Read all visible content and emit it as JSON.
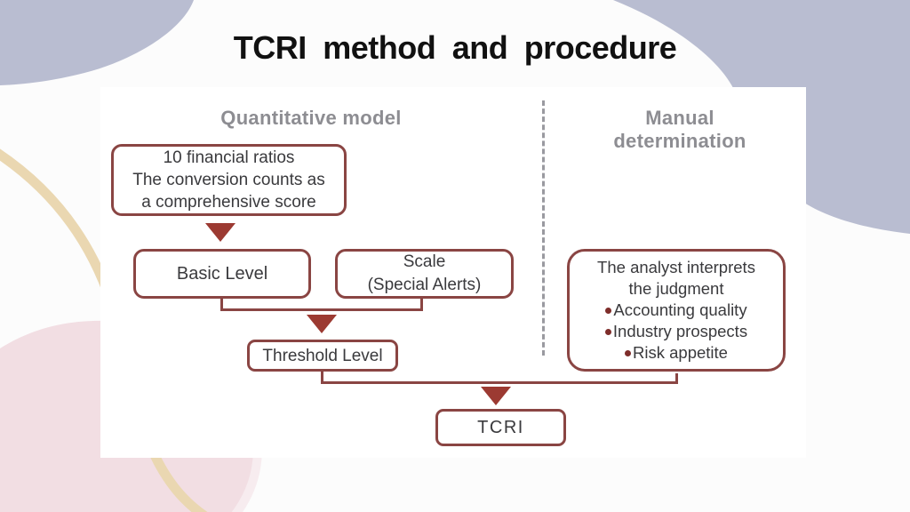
{
  "title": "TCRI method and procedure",
  "sections": {
    "left_heading": "Quantitative model",
    "right_heading": "Manual determination"
  },
  "nodes": {
    "financial_ratios": {
      "line1": "10 financial ratios",
      "line2": "The conversion counts as",
      "line3": "a comprehensive score"
    },
    "basic_level": {
      "label": "Basic Level"
    },
    "scale": {
      "line1": "Scale",
      "line2": "(Special Alerts)"
    },
    "threshold_level": {
      "label": "Threshold Level"
    },
    "analyst": {
      "line1": "The analyst interprets",
      "line2": "the judgment",
      "bullets": [
        "Accounting quality",
        "Industry prospects",
        "Risk appetite"
      ]
    },
    "tcri": {
      "label": "TCRI"
    }
  },
  "colors": {
    "box_border": "#8a4543",
    "arrow": "#9c3a32",
    "bullet": "#7e2d2a",
    "heading_text": "#8d8d92",
    "box_text": "#3a3a3d",
    "title_text": "#111111",
    "lavender_blob": "#b9bdd1",
    "pink_blob": "#f2dee3",
    "pink_rim": "#f7ecef",
    "tan_curve": "#ead7b1",
    "divider": "#9a9aa0",
    "panel": "#ffffff",
    "page_bg": "#fcfcfc"
  }
}
